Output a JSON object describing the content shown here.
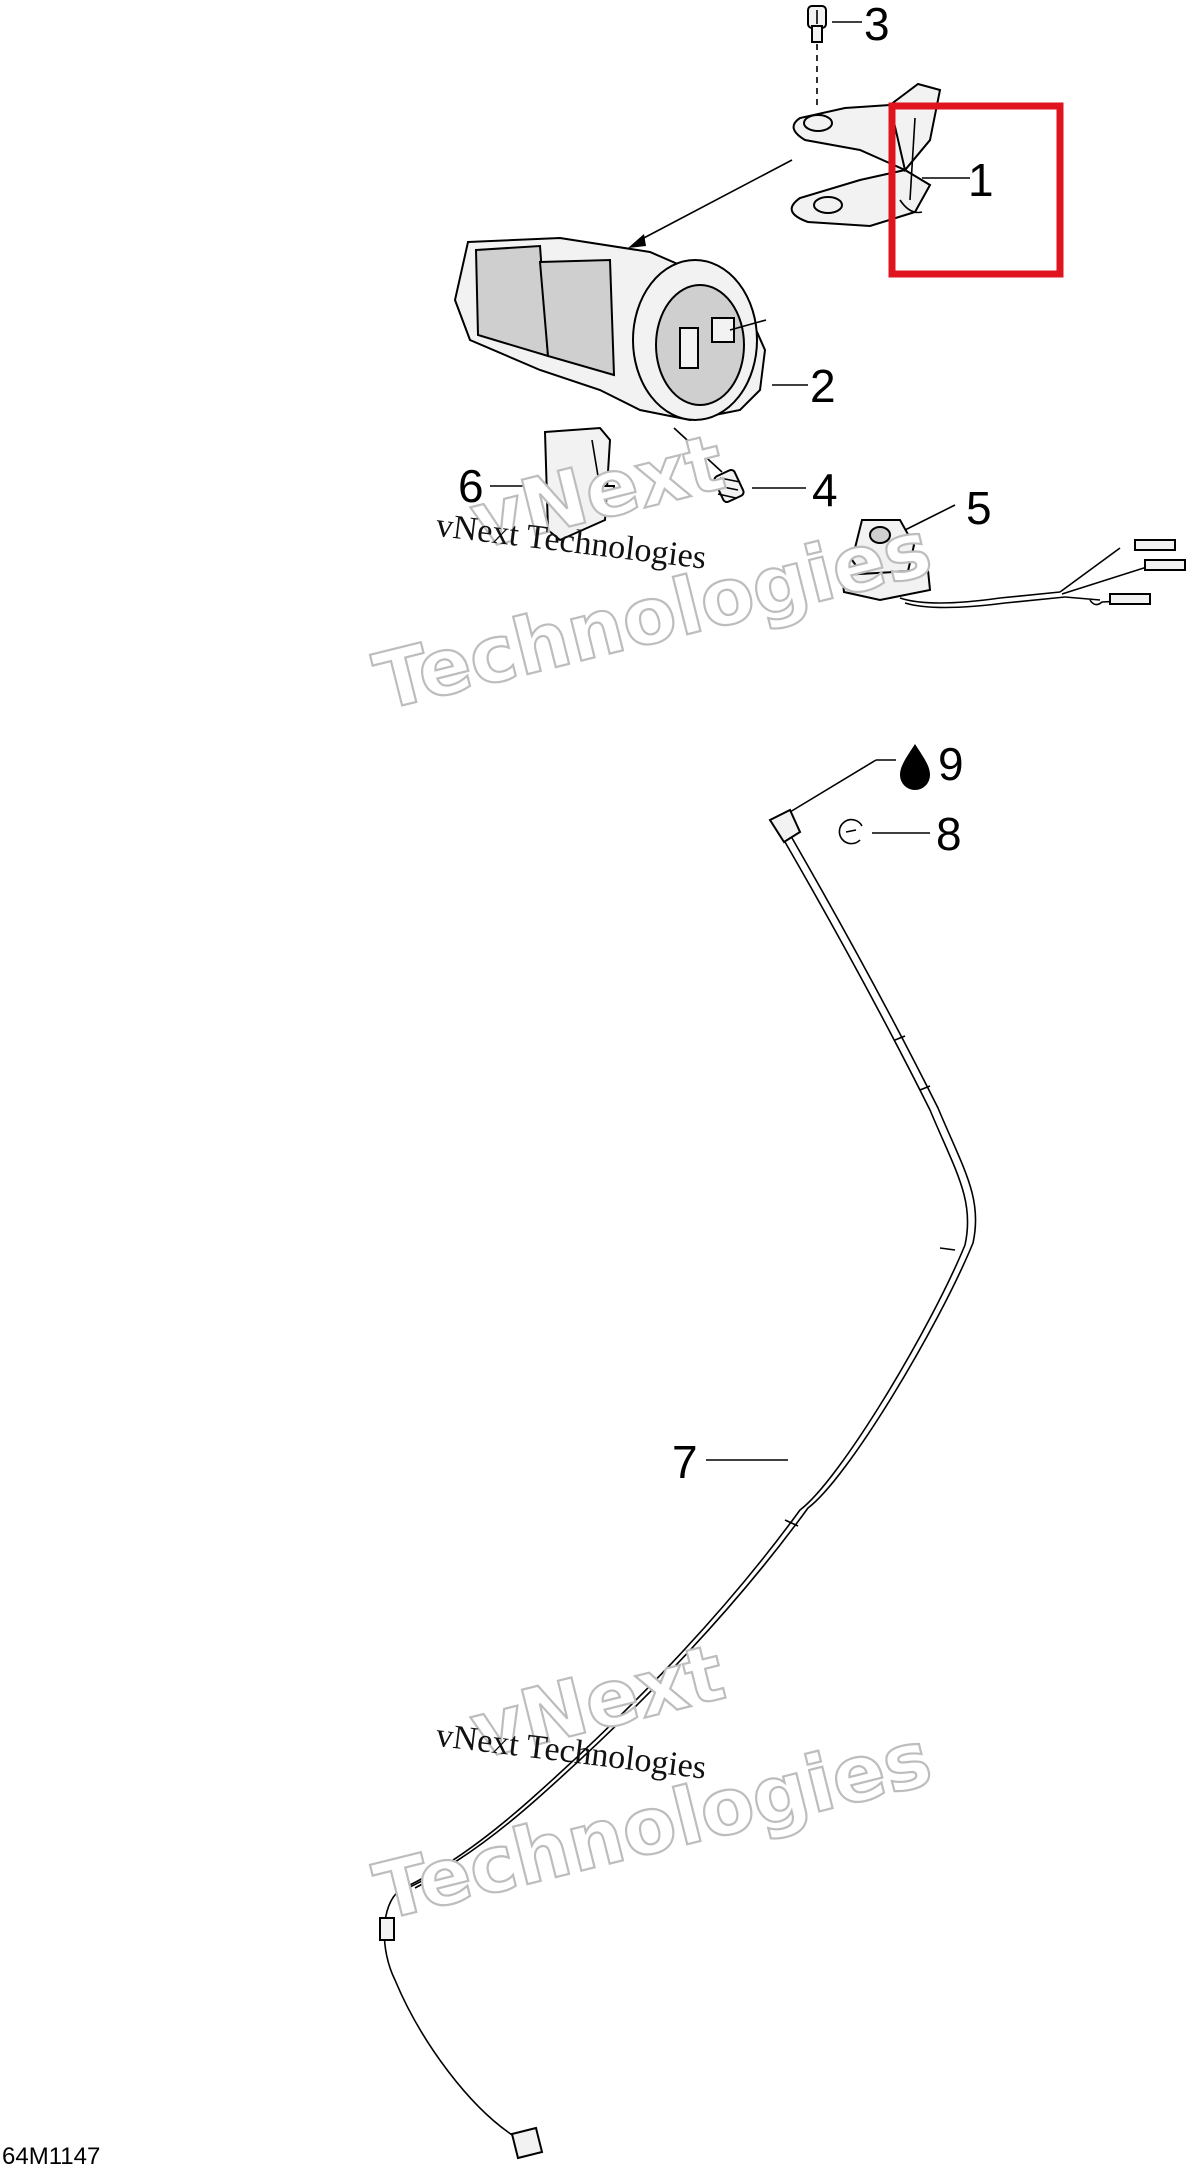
{
  "callouts": {
    "c1": "1",
    "c2": "2",
    "c3": "3",
    "c4": "4",
    "c5": "5",
    "c6": "6",
    "c7": "7",
    "c8": "8",
    "c9": "9"
  },
  "watermarks": [
    {
      "line1": "vNext Technologies",
      "line2a": "vNext",
      "line2b": "Technologies"
    },
    {
      "line1": "vNext Technologies",
      "line2a": "vNext",
      "line2b": "Technologies"
    }
  ],
  "diagram_code": "64M1147",
  "highlight": {
    "color": "#e0141e",
    "target_callout": "1"
  },
  "icons": {
    "lubricant": "oil-drop-icon"
  }
}
